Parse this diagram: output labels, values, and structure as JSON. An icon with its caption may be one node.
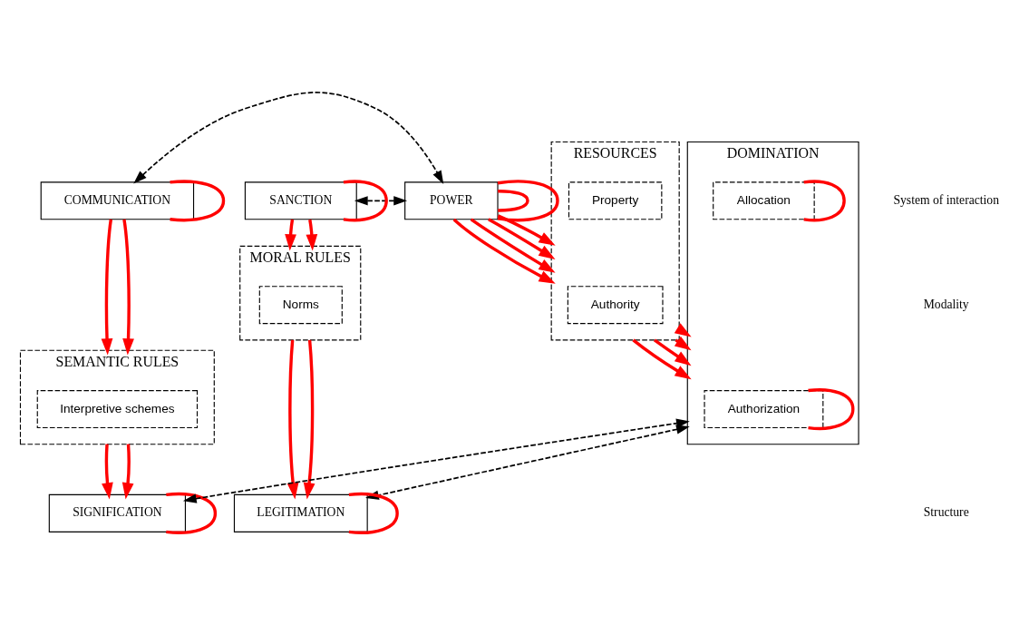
{
  "diagram": {
    "nodes": [
      {
        "text": [
          "COMMUNICATION"
        ]
      },
      {
        "text": [
          "POWER"
        ]
      },
      {
        "text": [
          "SANCTION"
        ]
      },
      {
        "text": [
          "SEMANTIC RULES"
        ]
      },
      {
        "text": [
          "Interpretive schemes"
        ],
        "in": 3
      },
      {
        "text": [
          "RESOURCES"
        ]
      },
      {
        "text": [
          "Authority"
        ],
        "in": 5
      },
      {
        "text": [
          "Property"
        ],
        "in": 5
      },
      {
        "text": [
          "MORAL RULES"
        ]
      },
      {
        "text": [
          "Norms"
        ],
        "in": 8
      },
      {
        "text": [
          "SIGNIFICATION"
        ]
      },
      {
        "text": [
          "DOMINATION"
        ]
      },
      {
        "text": [
          "Authorization"
        ],
        "in": 11
      },
      {
        "text": [
          "Allocation"
        ],
        "in": 11
      },
      {
        "text": [
          "LEGITIMATION"
        ]
      }
    ],
    "edges": [
      {
        "from": 0,
        "to": 0,
        "arrow": "none"
      },
      {
        "from": 1,
        "to": 1,
        "arrow": "none"
      },
      {
        "from": 1,
        "to": 1,
        "arrow": "none"
      },
      {
        "from": 2,
        "to": 2,
        "arrow": "none"
      },
      {
        "from": 0,
        "to": 1,
        "arrow": "both",
        "style": "dashed",
        "color": "#000000"
      },
      {
        "from": 1,
        "to": 2,
        "arrow": "both",
        "style": "dashed",
        "color": "#000000"
      },
      {
        "from": 0,
        "to": 3,
        "arrow": "to"
      },
      {
        "from": 0,
        "to": 3,
        "arrow": "to"
      },
      {
        "from": 1,
        "to": 5,
        "arrow": "to"
      },
      {
        "from": 1,
        "to": 5,
        "arrow": "to"
      },
      {
        "from": 1,
        "to": 5,
        "arrow": "to"
      },
      {
        "from": 1,
        "to": 5,
        "arrow": "to"
      },
      {
        "from": 2,
        "to": 8,
        "arrow": "to"
      },
      {
        "from": 2,
        "to": 8,
        "arrow": "to"
      },
      {
        "from": 3,
        "to": 10,
        "arrow": "to"
      },
      {
        "from": 3,
        "to": 10,
        "arrow": "to"
      },
      {
        "from": 5,
        "to": 11,
        "arrow": "to"
      },
      {
        "from": 5,
        "to": 11,
        "arrow": "to"
      },
      {
        "from": 5,
        "to": 11,
        "arrow": "to"
      },
      {
        "from": 5,
        "to": 11,
        "arrow": "to"
      },
      {
        "from": 8,
        "to": 14,
        "arrow": "to"
      },
      {
        "from": 8,
        "to": 14,
        "arrow": "to"
      },
      {
        "from": 10,
        "to": 10,
        "arrow": "none"
      },
      {
        "from": 12,
        "to": 12,
        "arrow": "none"
      },
      {
        "from": 13,
        "to": 13,
        "arrow": "none"
      },
      {
        "from": 14,
        "to": 14,
        "arrow": "none"
      },
      {
        "from": 10,
        "to": 11,
        "arrow": "both",
        "style": "dashed",
        "color": "#000000"
      },
      {
        "from": 11,
        "to": 14,
        "arrow": "both",
        "style": "dashed",
        "color": "#000000"
      }
    ],
    "labels": [
      "System of interaction",
      "Modality",
      "Structure"
    ]
  }
}
